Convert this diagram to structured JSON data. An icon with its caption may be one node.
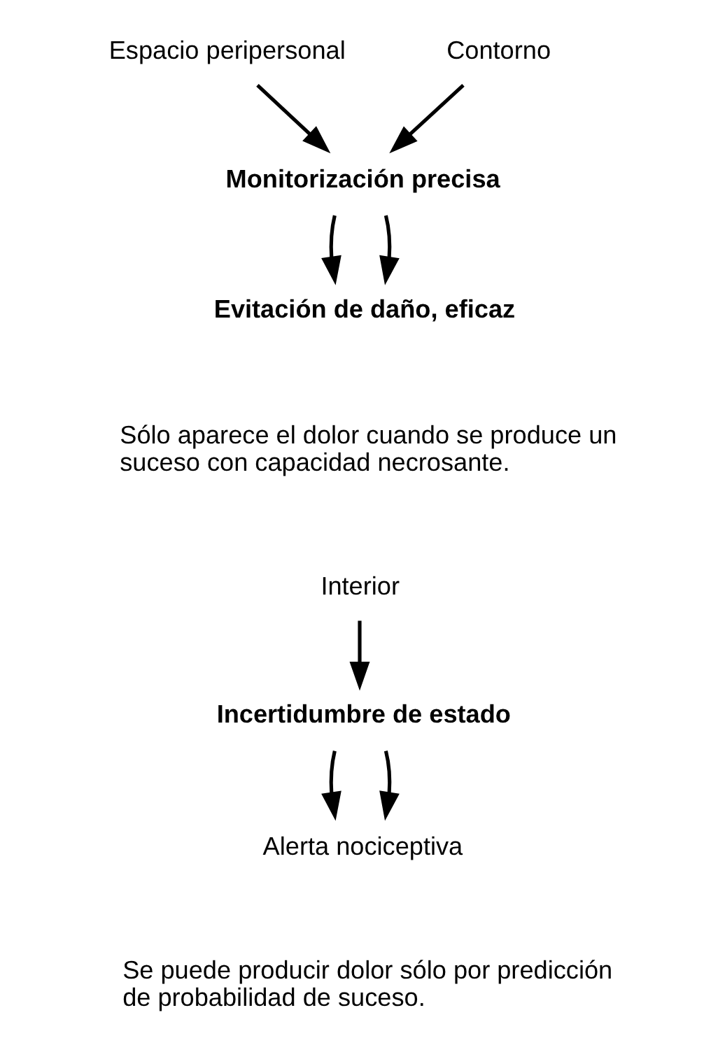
{
  "diagram": {
    "nodes": [
      {
        "text": [
          "Espacio peripersonal"
        ]
      },
      {
        "text": [
          "Monitorización precisa"
        ]
      },
      {
        "text": [
          "Contorno"
        ]
      },
      {
        "text": [
          "Evitación de daño, eficaz"
        ]
      },
      {
        "text": [
          "Interior"
        ]
      },
      {
        "text": [
          "Incertidumbre de estado"
        ]
      },
      {
        "text": [
          "Alerta nociceptiva"
        ]
      }
    ],
    "edges": [
      {
        "from": 0,
        "to": 1,
        "arrow": "to"
      },
      {
        "from": 2,
        "to": 1,
        "arrow": "to"
      },
      {
        "from": 1,
        "to": 3,
        "arrow": "to"
      },
      {
        "from": 1,
        "to": 3,
        "arrow": "to"
      },
      {
        "from": 4,
        "to": 5,
        "arrow": "to"
      },
      {
        "from": 5,
        "to": 6,
        "arrow": "to"
      },
      {
        "from": 5,
        "to": 6,
        "arrow": "to"
      }
    ],
    "labels": [
      "Sólo aparece el dolor cuando se produce un suceso con capacidad necrosante.",
      "Se puede producir dolor sólo por predicción de probabilidad de suceso."
    ]
  }
}
